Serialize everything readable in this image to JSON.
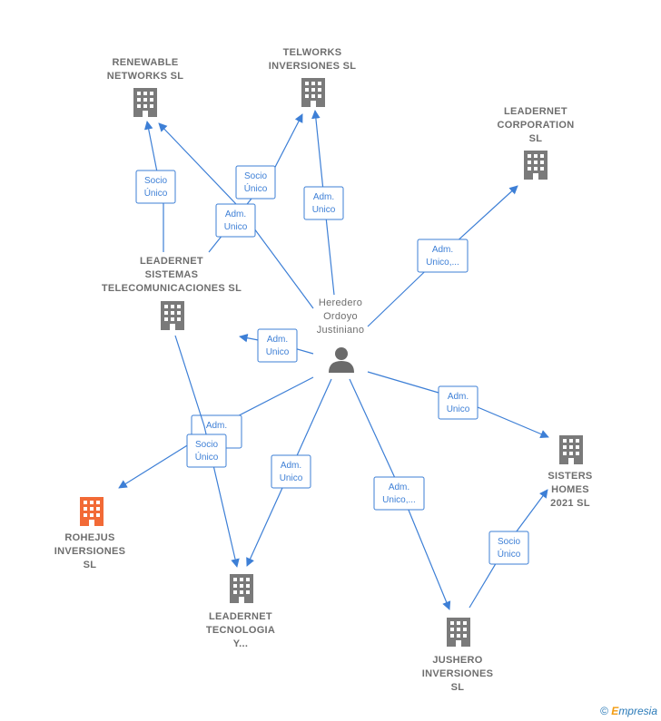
{
  "nodes": [
    {
      "id": "renewable",
      "lines": [
        "RENEWABLE",
        "NETWORKS  SL"
      ],
      "type": "company",
      "color": "#7a7a7a"
    },
    {
      "id": "telworks",
      "lines": [
        "TELWORKS",
        "INVERSIONES SL"
      ],
      "type": "company",
      "color": "#7a7a7a"
    },
    {
      "id": "leadernet_corp",
      "lines": [
        "LEADERNET",
        "CORPORATION",
        "SL"
      ],
      "type": "company",
      "color": "#7a7a7a"
    },
    {
      "id": "leadernet_sist",
      "lines": [
        "LEADERNET",
        "SISTEMAS",
        "TELECOMUNICACIONES SL"
      ],
      "type": "company",
      "color": "#7a7a7a"
    },
    {
      "id": "person",
      "lines": [
        "Heredero",
        "Ordoyo",
        "Justiniano"
      ],
      "type": "person",
      "color": "#7a7a7a"
    },
    {
      "id": "sisters",
      "lines": [
        "SISTERS",
        "HOMES",
        "2021  SL"
      ],
      "type": "company",
      "color": "#7a7a7a"
    },
    {
      "id": "rohejus",
      "lines": [
        "ROHEJUS",
        "INVERSIONES",
        "SL"
      ],
      "type": "company",
      "color": "#f26a36"
    },
    {
      "id": "leadernet_tec",
      "lines": [
        "LEADERNET",
        "TECNOLOGIA",
        "Y..."
      ],
      "type": "company",
      "color": "#7a7a7a"
    },
    {
      "id": "jushero",
      "lines": [
        "JUSHERO",
        "INVERSIONES",
        "SL"
      ],
      "type": "company",
      "color": "#7a7a7a"
    }
  ],
  "edges": [
    {
      "id": "sist-renewable",
      "lines": [
        "Socio",
        "Único"
      ]
    },
    {
      "id": "sist-telworks",
      "lines": [
        "Socio",
        "Único"
      ]
    },
    {
      "id": "person-renewable",
      "lines": [
        "Adm.",
        "Unico"
      ]
    },
    {
      "id": "person-telworks",
      "lines": [
        "Adm.",
        "Unico"
      ]
    },
    {
      "id": "person-corp",
      "lines": [
        "Adm.",
        "Unico,..."
      ]
    },
    {
      "id": "person-sist",
      "lines": [
        "Adm.",
        "Unico"
      ]
    },
    {
      "id": "person-sisters",
      "lines": [
        "Adm.",
        "Unico"
      ]
    },
    {
      "id": "person-rohejus",
      "lines": [
        "Adm.",
        "..."
      ]
    },
    {
      "id": "sist-tec",
      "lines": [
        "Socio",
        "Único"
      ]
    },
    {
      "id": "person-tec",
      "lines": [
        "Adm.",
        "Unico"
      ]
    },
    {
      "id": "person-jushero",
      "lines": [
        "Adm.",
        "Unico,..."
      ]
    },
    {
      "id": "jushero-sisters",
      "lines": [
        "Socio",
        "Único"
      ]
    }
  ],
  "colors": {
    "edge": "#3d7fd6",
    "company": "#7a7a7a",
    "highlight": "#f26a36"
  },
  "footer": {
    "copyright": "©",
    "brand_first": "E",
    "brand_rest": "mpresia"
  }
}
